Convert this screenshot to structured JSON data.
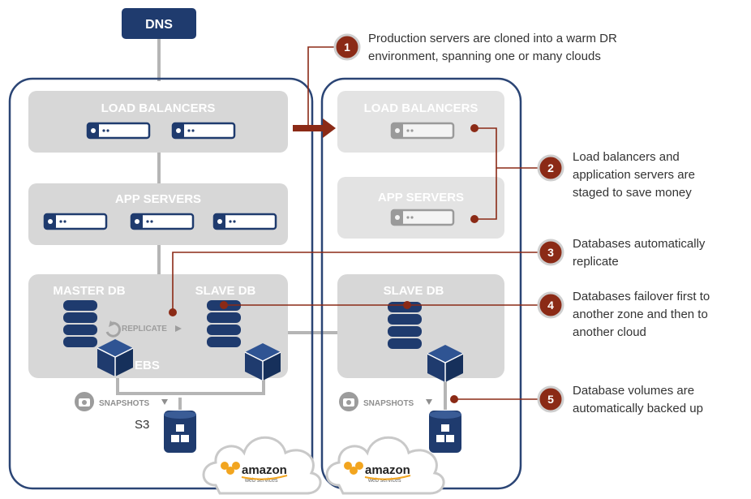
{
  "dns": {
    "label": "DNS"
  },
  "primary": {
    "load_balancers": "LOAD BALANCERS",
    "app_servers": "APP SERVERS",
    "master_db": "MASTER DB",
    "slave_db": "SLAVE DB",
    "replicate": "REPLICATE",
    "ebs": "EBS",
    "snapshots": "SNAPSHOTS",
    "s3": "S3",
    "aws_brand": "amazon",
    "aws_sub": "web services"
  },
  "dr": {
    "load_balancers": "LOAD BALANCERS",
    "app_servers": "APP SERVERS",
    "slave_db": "SLAVE DB",
    "snapshots": "SNAPSHOTS",
    "aws_brand": "amazon",
    "aws_sub": "web services"
  },
  "callouts": [
    {
      "number": "1",
      "lines": [
        "Production servers are cloned into a warm DR",
        "environment, spanning one or many clouds"
      ]
    },
    {
      "number": "2",
      "lines": [
        "Load balancers and",
        "application servers are",
        "staged to save money"
      ]
    },
    {
      "number": "3",
      "lines": [
        "Databases automatically",
        "replicate"
      ]
    },
    {
      "number": "4",
      "lines": [
        "Databases failover first to",
        "another zone and then to",
        "another cloud"
      ]
    },
    {
      "number": "5",
      "lines": [
        "Database volumes are",
        "automatically backed up"
      ]
    }
  ],
  "colors": {
    "navy": "#1f3b6e",
    "accent": "#8b2a16",
    "panel": "#d7d7d7",
    "panel_light": "#e3e3e3",
    "border": "#2b4575",
    "line": "#b5b5b5"
  }
}
